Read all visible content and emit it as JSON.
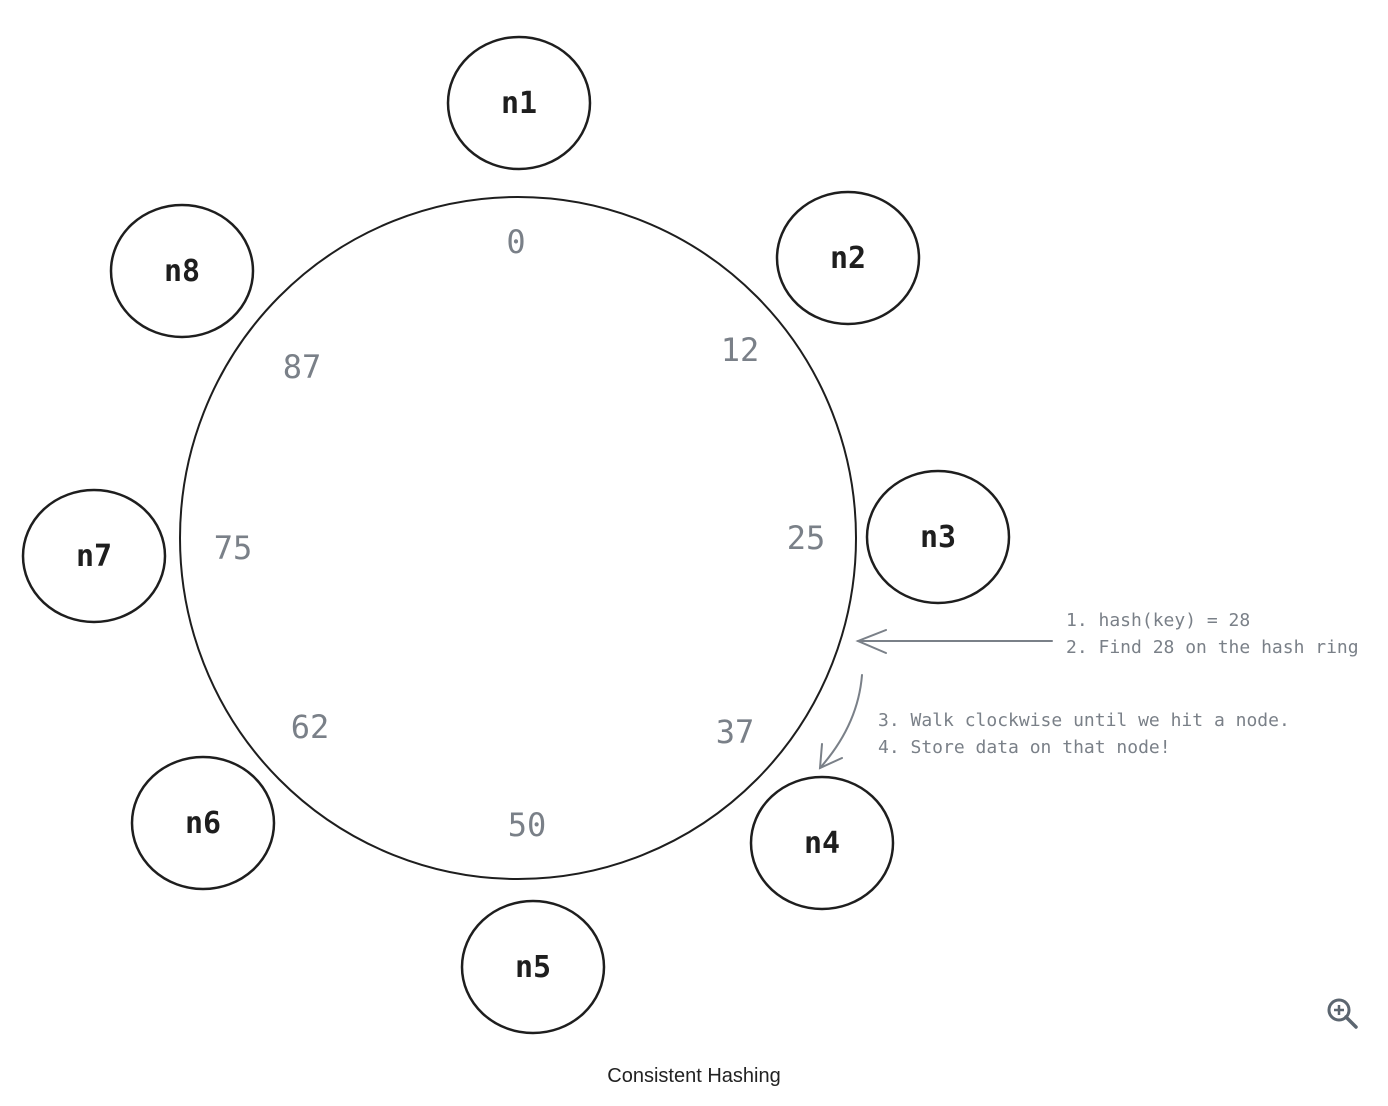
{
  "diagram": {
    "nodes": [
      "n1",
      "n2",
      "n3",
      "n4",
      "n5",
      "n6",
      "n7",
      "n8"
    ],
    "ring_positions": [
      "0",
      "12",
      "25",
      "37",
      "50",
      "62",
      "75",
      "87"
    ],
    "notes": {
      "line1": "1. hash(key) = 28",
      "line2": "2. Find 28 on the hash ring",
      "line3": "3. Walk clockwise until we hit a node.",
      "line4": "4. Store data on that node!"
    },
    "colors": {
      "stroke": "#1e1e1e",
      "annotation": "#7a8088"
    }
  },
  "caption": "Consistent Hashing",
  "zoom_icon": "zoom-in-icon"
}
